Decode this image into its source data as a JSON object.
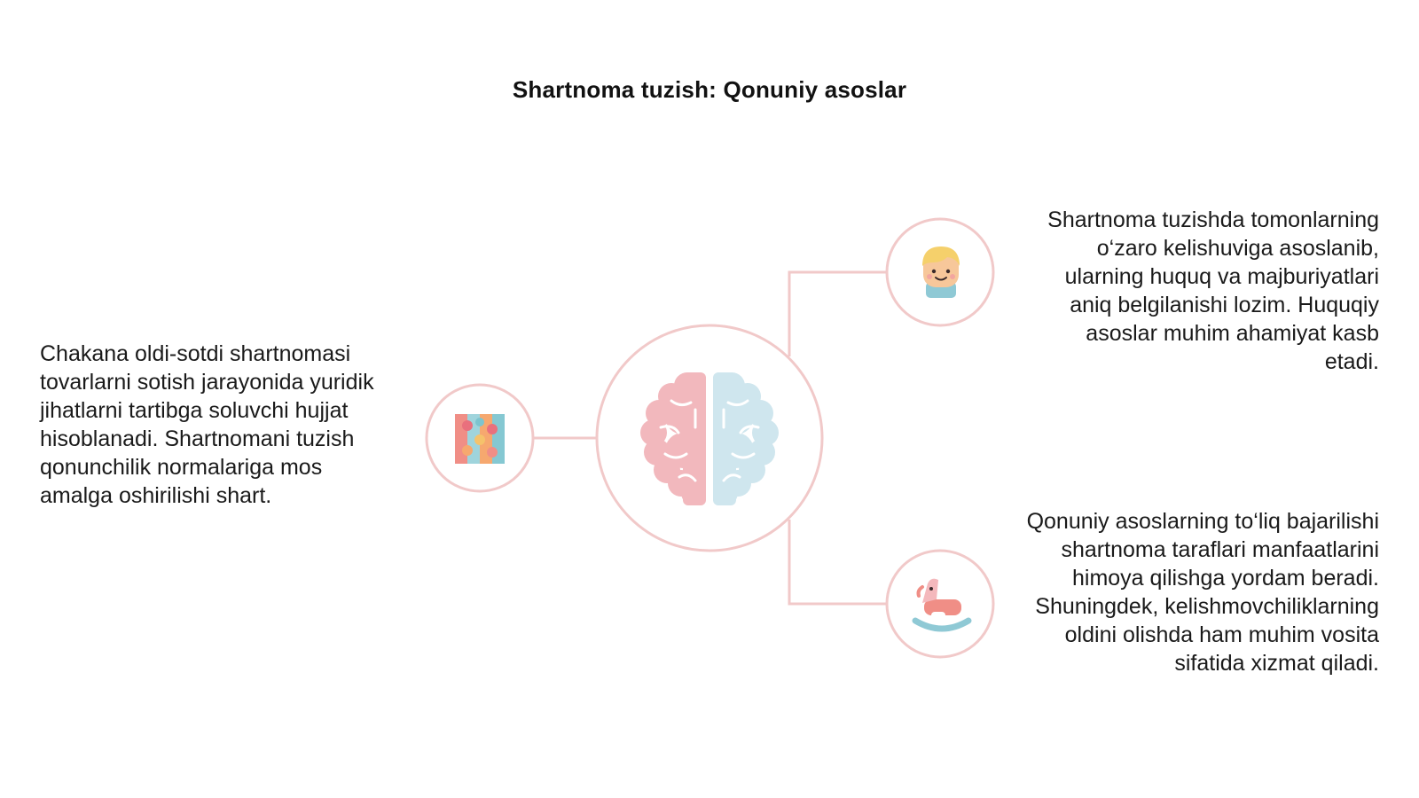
{
  "slide": {
    "title": "Shartnoma tuzish: Qonuniy asoslar",
    "left_text": "Chakana oldi-sotdi shartnomasi tovarlarni sotish jarayonida yuridik jihatlarni tartibga soluvchi hujjat hisoblanadi. Shartnomani tuzish qonunchilik normalariga mos amalga oshirilishi shart.",
    "right_top_text": "Shartnoma tuzishda tomonlarning o‘zaro kelishuviga asoslanib, ularning huquq va majburiyatlari aniq belgilanishi lozim. Huquqiy asoslar muhim ahamiyat kasb etadi.",
    "right_bottom_text": "Qonuniy asoslarning to‘liq bajarilishi shartnoma taraflari manfaatlarini himoya qilishga yordam beradi. Shuningdek, kelishmovchiliklarning oldini olishda ham muhim vosita sifatida xizmat qiladi."
  },
  "icons": {
    "center": "brain-icon",
    "left": "puzzle-icon",
    "right_top": "child-face-icon",
    "right_bottom": "rocking-horse-icon"
  },
  "colors": {
    "connector": "#f1c9c9",
    "brain_left": "#f2b8bd",
    "brain_right": "#cfe6ee"
  }
}
